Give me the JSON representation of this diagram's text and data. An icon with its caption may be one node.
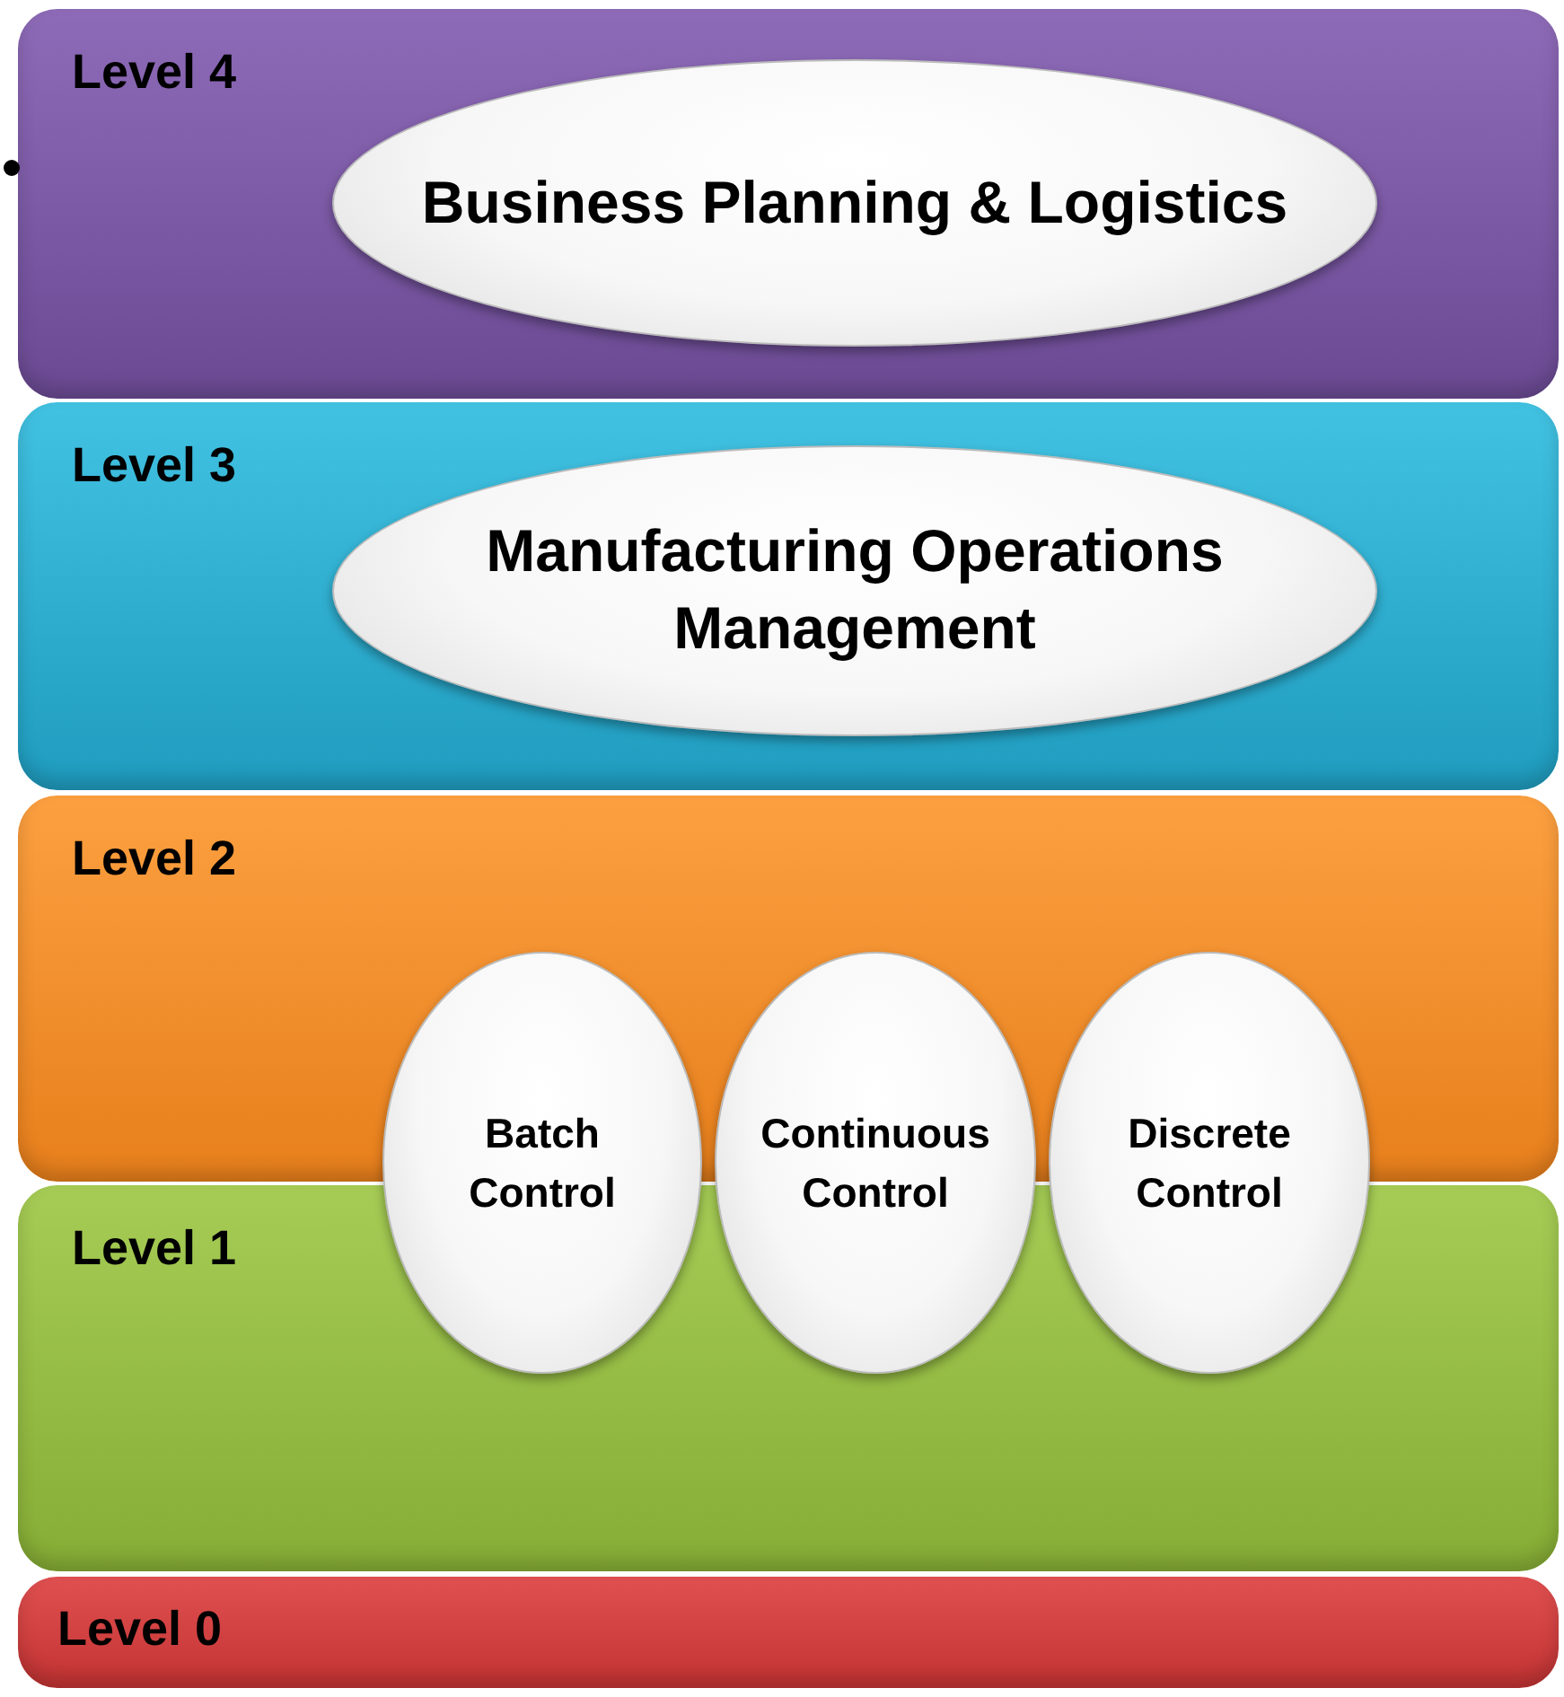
{
  "diagram": {
    "nodes": [
      {
        "text": [
          "Level 4"
        ]
      },
      {
        "text": [
          "Business Planning & Logistics"
        ],
        "in": 0
      },
      {
        "text": [
          "Level 3"
        ]
      },
      {
        "text": [
          "Manufacturing Operations Management"
        ],
        "in": 2
      },
      {
        "text": [
          "Level 2"
        ]
      },
      {
        "text": [
          "Level 1"
        ]
      },
      {
        "text": [
          "Batch Control"
        ]
      },
      {
        "text": [
          "Continuous Control"
        ]
      },
      {
        "text": [
          "Discrete Control"
        ]
      },
      {
        "text": [
          "Level 0"
        ]
      }
    ]
  }
}
